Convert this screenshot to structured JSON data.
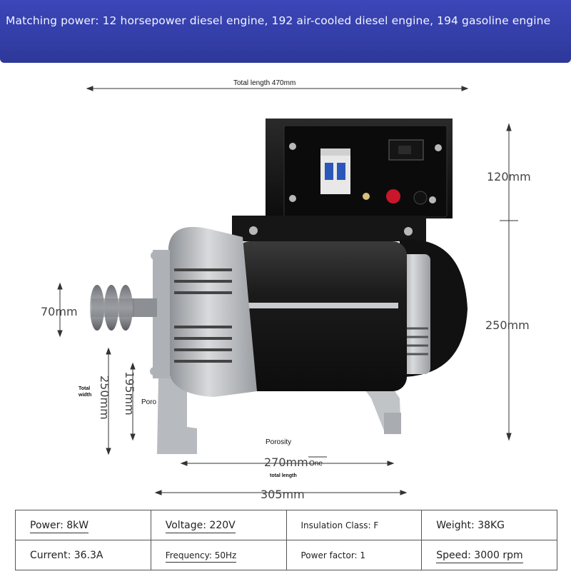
{
  "banner": {
    "text": "Matching power: 12 horsepower diesel engine, 192 air-cooled diesel engine, 194 gasoline engine"
  },
  "dimensions": {
    "total_length": "Total length 470mm",
    "height_box": "120mm",
    "height_body": "250mm",
    "pulley": "70mm",
    "total_width_label": "Total width",
    "total_width": "250mm",
    "base_height": "195mm",
    "poro_label": "Poro",
    "porosity_label": "Porosity",
    "base_length": "270mm",
    "one_label": "One",
    "total_length_small": "total length",
    "overall_base": "305mm"
  },
  "specs": {
    "rows": [
      [
        "Power: 8kW",
        "Voltage: 220V",
        "Insulation Class: F",
        "Weight: 38KG"
      ],
      [
        "Current: 36.3A",
        "Frequency: 50Hz",
        "Power factor: 1",
        "Speed: 3000 rpm"
      ]
    ]
  },
  "colors": {
    "banner": "#343fa9",
    "motor_body": "#1a1a1a",
    "aluminum": "#b9bcc0",
    "switch_red": "#c8162a"
  }
}
